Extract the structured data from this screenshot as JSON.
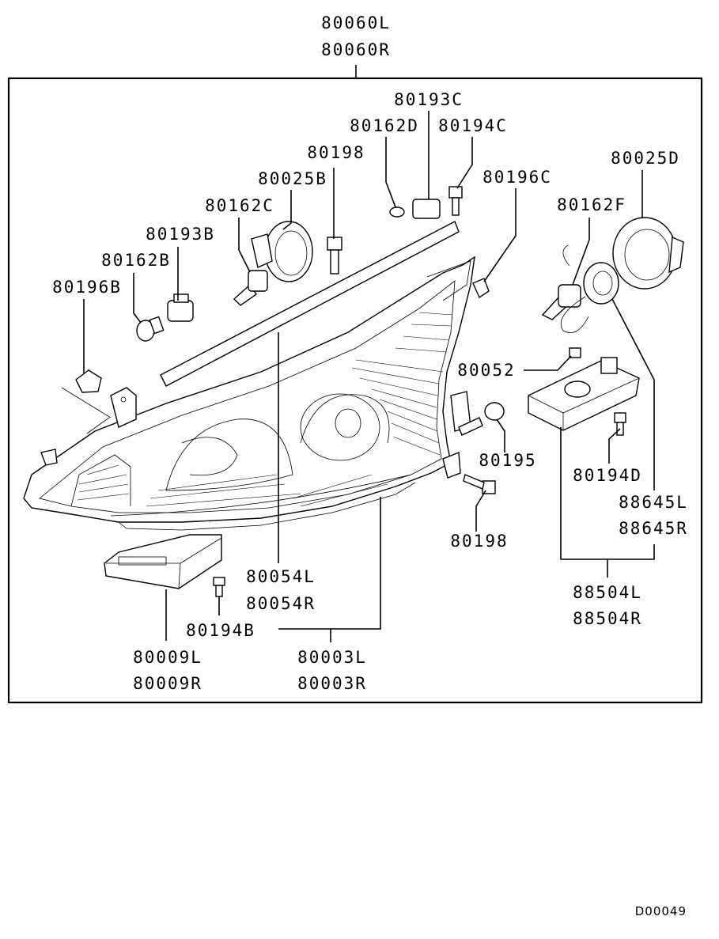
{
  "drawing_code": "D00049",
  "labels": {
    "p80060": [
      "80060L",
      "80060R"
    ],
    "p80193C": "80193C",
    "p80162D": "80162D",
    "p80194C": "80194C",
    "p80198_top": "80198",
    "p80025B": "80025B",
    "p80196C": "80196C",
    "p80025D": "80025D",
    "p80162C": "80162C",
    "p80162F": "80162F",
    "p80193B": "80193B",
    "p80162B": "80162B",
    "p80196B": "80196B",
    "p80052": "80052",
    "p80195": "80195",
    "p80194D": "80194D",
    "p88645": [
      "88645L",
      "88645R"
    ],
    "p80198_bottom": "80198",
    "p80054": [
      "80054L",
      "80054R"
    ],
    "p88504": [
      "88504L",
      "88504R"
    ],
    "p80194B": "80194B",
    "p80009": [
      "80009L",
      "80009R"
    ],
    "p80003": [
      "80003L",
      "80003R"
    ]
  }
}
